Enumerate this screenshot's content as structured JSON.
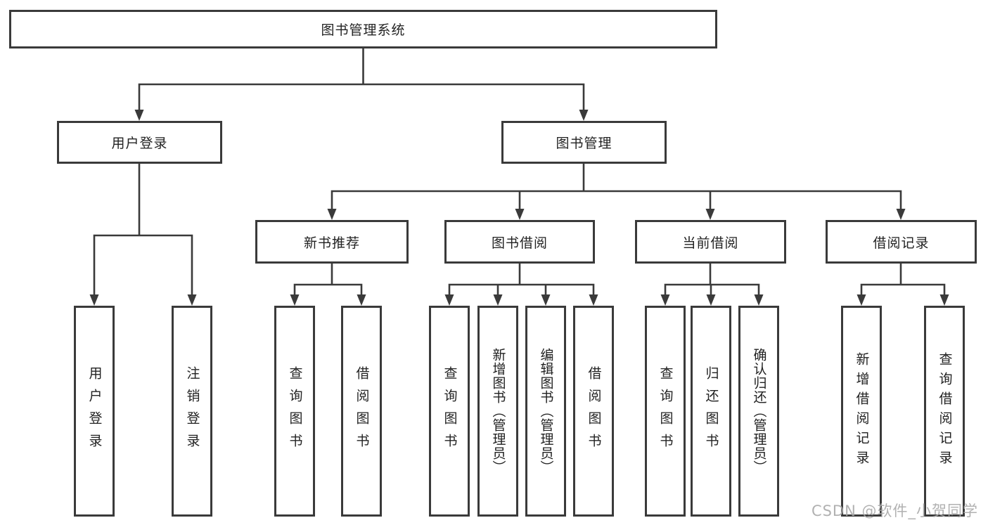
{
  "tree": {
    "root": "图书管理系统",
    "children": [
      {
        "label": "用户登录",
        "children": [
          "用户登录",
          "注销登录"
        ]
      },
      {
        "label": "图书管理",
        "children": [
          {
            "label": "新书推荐",
            "children": [
              "查询图书",
              "借阅图书"
            ]
          },
          {
            "label": "图书借阅",
            "children": [
              "查询图书",
              "新增图书（管理员）",
              "编辑图书（管理员）",
              "借阅图书"
            ]
          },
          {
            "label": "当前借阅",
            "children": [
              "查询图书",
              "归还图书",
              "确认归还（管理员）"
            ]
          },
          {
            "label": "借阅记录",
            "children": [
              "新增借阅记录",
              "查询借阅记录"
            ]
          }
        ]
      }
    ]
  },
  "watermark": {
    "text": "CSDN @软件_小贺同学"
  },
  "colors": {
    "line": "#3a3a3a",
    "box_border": "#3a3a3a",
    "text": "#222222",
    "box_background": "#ffffff",
    "page_background": "#ffffff",
    "watermark": "#a8a8a8"
  }
}
